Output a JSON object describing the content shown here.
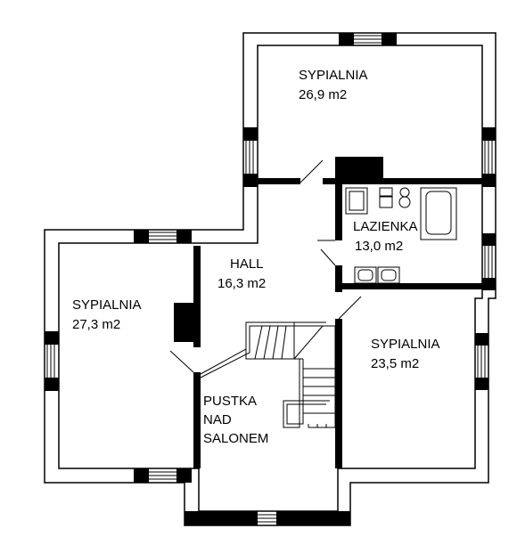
{
  "rooms": [
    {
      "name": "SYPIALNIA",
      "area": "26,9 m2"
    },
    {
      "name": "LAZIENKA",
      "area": "13,0 m2"
    },
    {
      "name": "HALL",
      "area": "16,3 m2"
    },
    {
      "name": "SYPIALNIA",
      "area": "27,3 m2"
    },
    {
      "name": "SYPIALNIA",
      "area": "23,5 m2"
    },
    {
      "name_lines": [
        "PUSTKA",
        "NAD",
        "SALONEM"
      ]
    }
  ]
}
